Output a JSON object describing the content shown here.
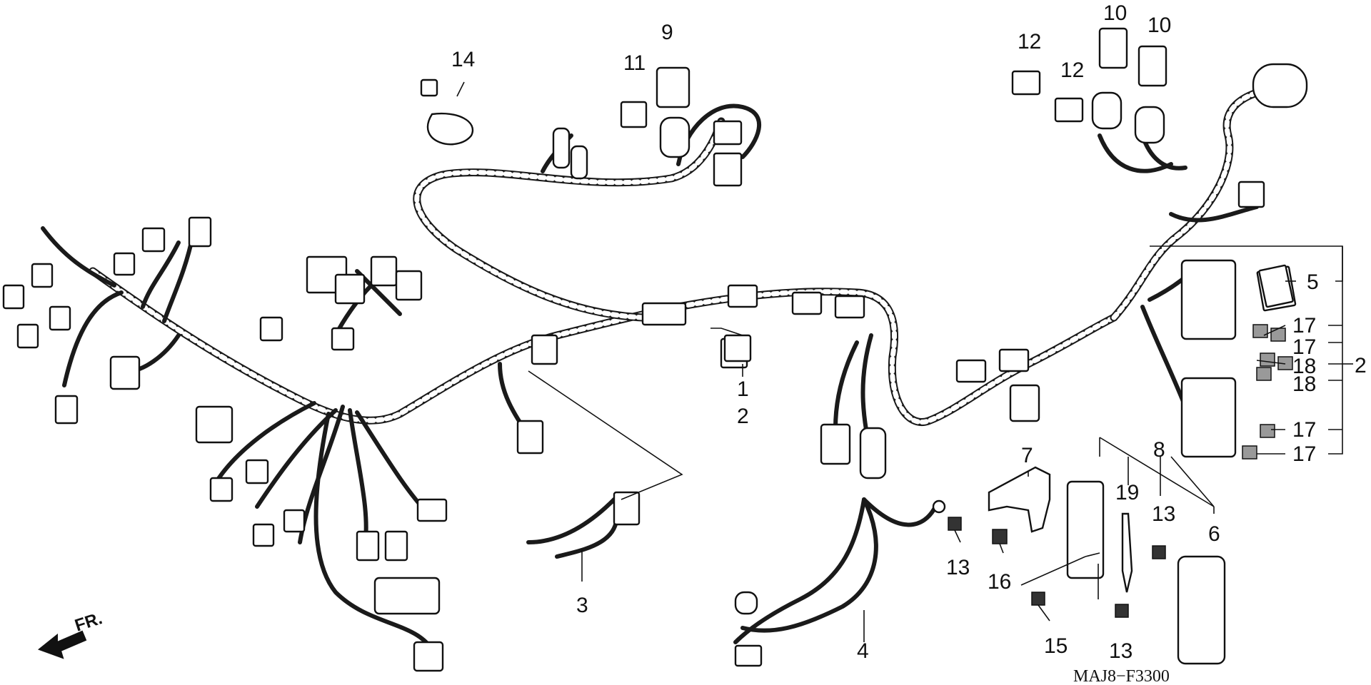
{
  "diagram": {
    "drawing_code": "MAJ8−F3300",
    "direction_label": "FR.",
    "callouts": {
      "c1": "1",
      "c2a": "2",
      "c2b": "2",
      "c3": "3",
      "c4": "4",
      "c5": "5",
      "c6": "6",
      "c7": "7",
      "c8": "8",
      "c9": "9",
      "c10a": "10",
      "c10b": "10",
      "c11": "11",
      "c12a": "12",
      "c12b": "12",
      "c13a": "13",
      "c13b": "13",
      "c13c": "13",
      "c14": "14",
      "c15": "15",
      "c16": "16",
      "c17a": "17",
      "c17b": "17",
      "c17c": "17",
      "c17d": "17",
      "c18a": "18",
      "c18b": "18",
      "c19": "19"
    }
  }
}
